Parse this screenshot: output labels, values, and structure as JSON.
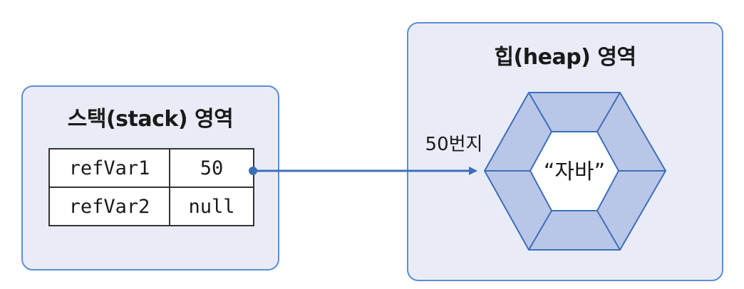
{
  "stack": {
    "title": "스택(stack) 영역",
    "rows": [
      {
        "name": "refVar1",
        "value": "50"
      },
      {
        "name": "refVar2",
        "value": "null"
      }
    ]
  },
  "heap": {
    "title": "힙(heap) 영역",
    "address_label": "50번지",
    "object_value": "“자바”"
  },
  "colors": {
    "panel_fill": "#e9ecf7",
    "panel_border": "#5b8fd0",
    "arrow": "#3d6fb8",
    "hexagon_fill": "#b9c6e8",
    "hexagon_stroke": "#3d6fb8"
  }
}
